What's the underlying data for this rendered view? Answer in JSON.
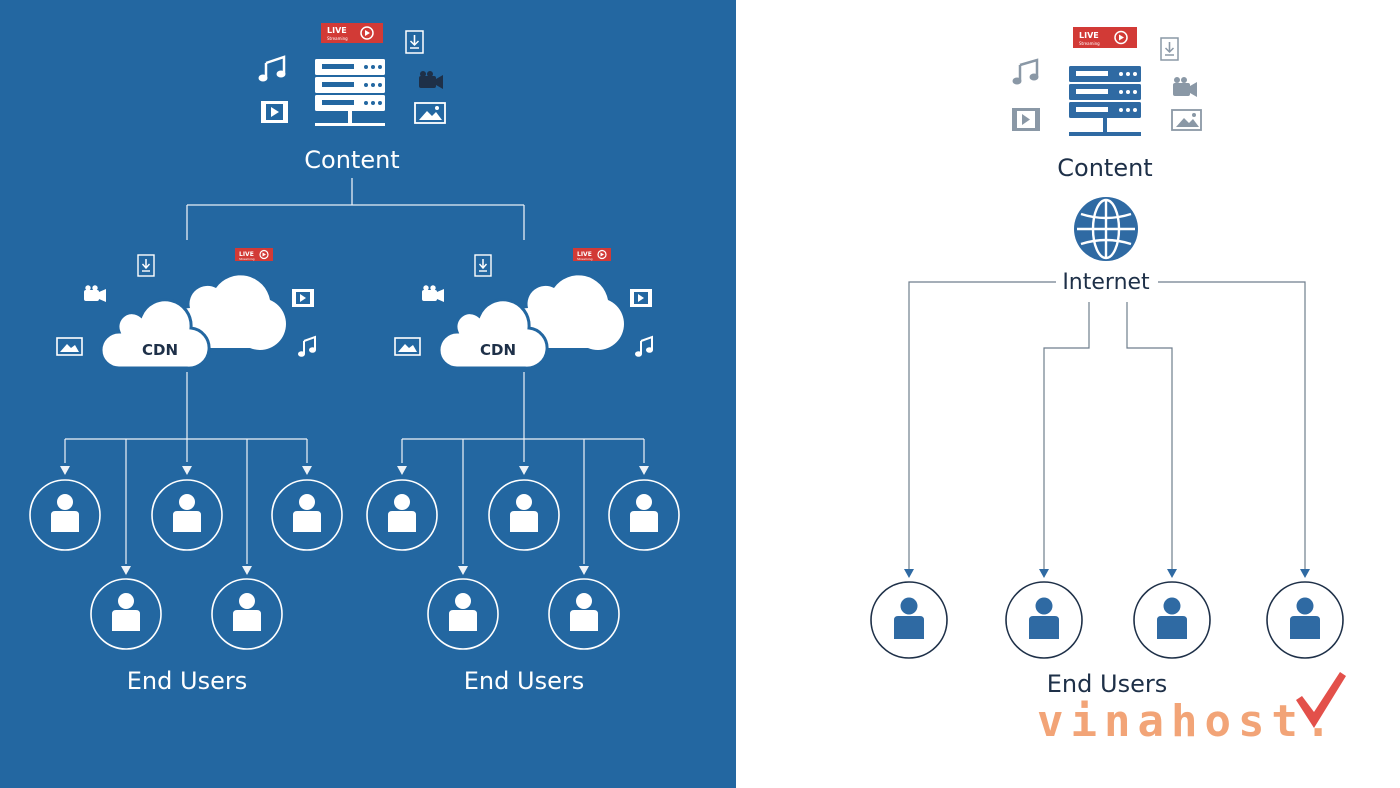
{
  "left_panel": {
    "content_label": "Content",
    "live_badge": {
      "title": "LIVE",
      "subtitle": "Streaming"
    },
    "cdn_left": {
      "label": "CDN",
      "live_title": "LIVE",
      "live_subtitle": "Streaming"
    },
    "cdn_right": {
      "label": "CDN",
      "live_title": "LIVE",
      "live_subtitle": "Streaming"
    },
    "users_left_label": "End Users",
    "users_right_label": "End Users"
  },
  "right_panel": {
    "content_label": "Content",
    "live_badge": {
      "title": "LIVE",
      "subtitle": "Streaming"
    },
    "internet_label": "Internet",
    "users_label": "End Users"
  },
  "watermark": {
    "text": "vinahost."
  },
  "colors": {
    "left_background": "#2367a1",
    "right_background": "#ffffff",
    "server_blue": "#2f6aa3",
    "dark_text": "#1e3048",
    "line_gray": "#6f7e8d",
    "icon_gray": "#8a98a6",
    "live_red": "#d23a36",
    "watermark_orange": "#f0945f",
    "watermark_red": "#e3504a"
  }
}
